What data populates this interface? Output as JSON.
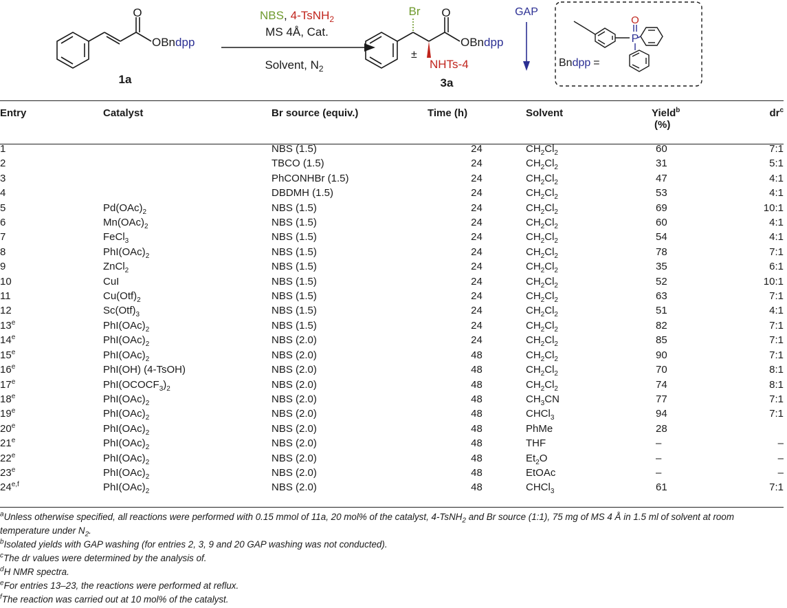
{
  "scheme": {
    "reactant_ester": "OBn",
    "reactant_dpp": "dpp",
    "reactant_label": "1a",
    "cond_nbs": "NBS",
    "cond_sep": ",",
    "cond_tsnh2": "4-TsNH",
    "cond_tsnh2_sub": "2",
    "cond_line2": "MS 4Å, Cat.",
    "cond_line3": "Solvent, N",
    "cond_line3_sub": "2",
    "product_br": "Br",
    "product_ester": "OBn",
    "product_dpp": "dpp",
    "product_pm": "±",
    "product_nhts": "NHTs-4",
    "product_label": "3a",
    "gap_label": "GAP",
    "bndpp_bn": "Bn",
    "bndpp_dpp": "dpp",
    "bndpp_eq": "=",
    "phosphorus": "P",
    "oxygen": "O",
    "carbonyl_o": "O",
    "colors": {
      "green": "#6f9a2e",
      "red": "#c0241c",
      "blue": "#2b2f93"
    }
  },
  "headers": {
    "entry": "Entry",
    "catalyst": "Catalyst",
    "br_source": "Br source (equiv.)",
    "time": "Time (h)",
    "solvent": "Solvent",
    "yield": "Yield",
    "yield_sup": "b",
    "yield_unit": "(%)",
    "dr": "dr",
    "dr_sup": "c"
  },
  "rows": [
    {
      "entry": "1",
      "entry_sup": "",
      "cat": "",
      "cat_sub": "",
      "cat_tail": "",
      "br": "NBS (1.5)",
      "time": "24",
      "sol": "CH",
      "sol_sub": "2",
      "sol_mid": "Cl",
      "sol_sub2": "2",
      "sol_tail": "",
      "yield": "60",
      "dr": "7:1"
    },
    {
      "entry": "2",
      "entry_sup": "",
      "cat": "",
      "cat_sub": "",
      "cat_tail": "",
      "br": "TBCO (1.5)",
      "time": "24",
      "sol": "CH",
      "sol_sub": "2",
      "sol_mid": "Cl",
      "sol_sub2": "2",
      "sol_tail": "",
      "yield": "31",
      "dr": "5:1"
    },
    {
      "entry": "3",
      "entry_sup": "",
      "cat": "",
      "cat_sub": "",
      "cat_tail": "",
      "br": "PhCONHBr (1.5)",
      "time": "24",
      "sol": "CH",
      "sol_sub": "2",
      "sol_mid": "Cl",
      "sol_sub2": "2",
      "sol_tail": "",
      "yield": "47",
      "dr": "4:1"
    },
    {
      "entry": "4",
      "entry_sup": "",
      "cat": "",
      "cat_sub": "",
      "cat_tail": "",
      "br": "DBDMH (1.5)",
      "time": "24",
      "sol": "CH",
      "sol_sub": "2",
      "sol_mid": "Cl",
      "sol_sub2": "2",
      "sol_tail": "",
      "yield": "53",
      "dr": "4:1"
    },
    {
      "entry": "5",
      "entry_sup": "",
      "cat": "Pd(OAc)",
      "cat_sub": "2",
      "cat_tail": "",
      "br": "NBS (1.5)",
      "time": "24",
      "sol": "CH",
      "sol_sub": "2",
      "sol_mid": "Cl",
      "sol_sub2": "2",
      "sol_tail": "",
      "yield": "69",
      "dr": "10:1"
    },
    {
      "entry": "6",
      "entry_sup": "",
      "cat": "Mn(OAc)",
      "cat_sub": "2",
      "cat_tail": "",
      "br": "NBS (1.5)",
      "time": "24",
      "sol": "CH",
      "sol_sub": "2",
      "sol_mid": "Cl",
      "sol_sub2": "2",
      "sol_tail": "",
      "yield": "60",
      "dr": "4:1"
    },
    {
      "entry": "7",
      "entry_sup": "",
      "cat": "FeCl",
      "cat_sub": "3",
      "cat_tail": "",
      "br": "NBS (1.5)",
      "time": "24",
      "sol": "CH",
      "sol_sub": "2",
      "sol_mid": "Cl",
      "sol_sub2": "2",
      "sol_tail": "",
      "yield": "54",
      "dr": "4:1"
    },
    {
      "entry": "8",
      "entry_sup": "",
      "cat": "PhI(OAc)",
      "cat_sub": "2",
      "cat_tail": "",
      "br": "NBS (1.5)",
      "time": "24",
      "sol": "CH",
      "sol_sub": "2",
      "sol_mid": "Cl",
      "sol_sub2": "2",
      "sol_tail": "",
      "yield": "78",
      "dr": "7:1"
    },
    {
      "entry": "9",
      "entry_sup": "",
      "cat": "ZnCl",
      "cat_sub": "2",
      "cat_tail": "",
      "br": "NBS (1.5)",
      "time": "24",
      "sol": "CH",
      "sol_sub": "2",
      "sol_mid": "Cl",
      "sol_sub2": "2",
      "sol_tail": "",
      "yield": "35",
      "dr": "6:1"
    },
    {
      "entry": "10",
      "entry_sup": "",
      "cat": "CuI",
      "cat_sub": "",
      "cat_tail": "",
      "br": "NBS (1.5)",
      "time": "24",
      "sol": "CH",
      "sol_sub": "2",
      "sol_mid": "Cl",
      "sol_sub2": "2",
      "sol_tail": "",
      "yield": "52",
      "dr": "10:1"
    },
    {
      "entry": "11",
      "entry_sup": "",
      "cat": "Cu(Otf)",
      "cat_sub": "2",
      "cat_tail": "",
      "br": "NBS (1.5)",
      "time": "24",
      "sol": "CH",
      "sol_sub": "2",
      "sol_mid": "Cl",
      "sol_sub2": "2",
      "sol_tail": "",
      "yield": "63",
      "dr": "7:1"
    },
    {
      "entry": "12",
      "entry_sup": "",
      "cat": "Sc(Otf)",
      "cat_sub": "3",
      "cat_tail": "",
      "br": "NBS (1.5)",
      "time": "24",
      "sol": "CH",
      "sol_sub": "2",
      "sol_mid": "Cl",
      "sol_sub2": "2",
      "sol_tail": "",
      "yield": "51",
      "dr": "4:1"
    },
    {
      "entry": "13",
      "entry_sup": "e",
      "cat": "PhI(OAc)",
      "cat_sub": "2",
      "cat_tail": "",
      "br": "NBS (1.5)",
      "time": "24",
      "sol": "CH",
      "sol_sub": "2",
      "sol_mid": "Cl",
      "sol_sub2": "2",
      "sol_tail": "",
      "yield": "82",
      "dr": "7:1"
    },
    {
      "entry": "14",
      "entry_sup": "e",
      "cat": "PhI(OAc)",
      "cat_sub": "2",
      "cat_tail": "",
      "br": "NBS (2.0)",
      "time": "24",
      "sol": "CH",
      "sol_sub": "2",
      "sol_mid": "Cl",
      "sol_sub2": "2",
      "sol_tail": "",
      "yield": "85",
      "dr": "7:1"
    },
    {
      "entry": "15",
      "entry_sup": "e",
      "cat": "PhI(OAc)",
      "cat_sub": "2",
      "cat_tail": "",
      "br": "NBS (2.0)",
      "time": "48",
      "sol": "CH",
      "sol_sub": "2",
      "sol_mid": "Cl",
      "sol_sub2": "2",
      "sol_tail": "",
      "yield": "90",
      "dr": "7:1"
    },
    {
      "entry": "16",
      "entry_sup": "e",
      "cat": "PhI(OH) (4-TsOH)",
      "cat_sub": "",
      "cat_tail": "",
      "br": "NBS (2.0)",
      "time": "48",
      "sol": "CH",
      "sol_sub": "2",
      "sol_mid": "Cl",
      "sol_sub2": "2",
      "sol_tail": "",
      "yield": "70",
      "dr": "8:1"
    },
    {
      "entry": "17",
      "entry_sup": "e",
      "cat": "PhI(OCOCF",
      "cat_sub": "3",
      "cat_tail": ")",
      "cat_sub2": "2",
      "br": "NBS (2.0)",
      "time": "48",
      "sol": "CH",
      "sol_sub": "2",
      "sol_mid": "Cl",
      "sol_sub2": "2",
      "sol_tail": "",
      "yield": "74",
      "dr": "8:1"
    },
    {
      "entry": "18",
      "entry_sup": "e",
      "cat": "PhI(OAc)",
      "cat_sub": "2",
      "cat_tail": "",
      "br": "NBS (2.0)",
      "time": "48",
      "sol": "CH",
      "sol_sub": "3",
      "sol_mid": "CN",
      "sol_sub2": "",
      "sol_tail": "",
      "yield": "77",
      "dr": "7:1"
    },
    {
      "entry": "19",
      "entry_sup": "e",
      "cat": "PhI(OAc)",
      "cat_sub": "2",
      "cat_tail": "",
      "br": "NBS (2.0)",
      "time": "48",
      "sol": "CHCl",
      "sol_sub": "3",
      "sol_mid": "",
      "sol_sub2": "",
      "sol_tail": "",
      "yield": "94",
      "dr": "7:1"
    },
    {
      "entry": "20",
      "entry_sup": "e",
      "cat": "PhI(OAc)",
      "cat_sub": "2",
      "cat_tail": "",
      "br": "NBS (2.0)",
      "time": "48",
      "sol": "PhMe",
      "sol_sub": "",
      "sol_mid": "",
      "sol_sub2": "",
      "sol_tail": "",
      "yield": "28",
      "dr": ""
    },
    {
      "entry": "21",
      "entry_sup": "e",
      "cat": "PhI(OAc)",
      "cat_sub": "2",
      "cat_tail": "",
      "br": "NBS (2.0)",
      "time": "48",
      "sol": "THF",
      "sol_sub": "",
      "sol_mid": "",
      "sol_sub2": "",
      "sol_tail": "",
      "yield": "–",
      "dr": "–"
    },
    {
      "entry": "22",
      "entry_sup": "e",
      "cat": "PhI(OAc)",
      "cat_sub": "2",
      "cat_tail": "",
      "br": "NBS (2.0)",
      "time": "48",
      "sol": "Et",
      "sol_sub": "2",
      "sol_mid": "O",
      "sol_sub2": "",
      "sol_tail": "",
      "yield": "–",
      "dr": "–"
    },
    {
      "entry": "23",
      "entry_sup": "e",
      "cat": "PhI(OAc)",
      "cat_sub": "2",
      "cat_tail": "",
      "br": "NBS (2.0)",
      "time": "48",
      "sol": "EtOAc",
      "sol_sub": "",
      "sol_mid": "",
      "sol_sub2": "",
      "sol_tail": "",
      "yield": "–",
      "dr": "–"
    },
    {
      "entry": "24",
      "entry_sup": "e,f",
      "cat": "PhI(OAc)",
      "cat_sub": "2",
      "cat_tail": "",
      "br": "NBS (2.0)",
      "time": "48",
      "sol": "CHCl",
      "sol_sub": "3",
      "sol_mid": "",
      "sol_sub2": "",
      "sol_tail": "",
      "yield": "61",
      "dr": "7:1"
    }
  ],
  "notes": [
    {
      "sup": "a",
      "text": "Unless otherwise specified, all reactions were performed with 0.15 mmol of 11a, 20 mol% of the catalyst, 4-TsNH",
      "sub": "2",
      "text2": " and Br source (1:1), 75 mg of MS 4 Å in 1.5 ml of solvent at room temperature under N",
      "sub2": "2",
      "text3": "."
    },
    {
      "sup": "b",
      "text": "Isolated yields with GAP washing (for entries 2, 3, 9 and 20 GAP washing was not conducted).",
      "sub": "",
      "text2": "",
      "sub2": "",
      "text3": ""
    },
    {
      "sup": "c",
      "text": "The dr values were determined by the analysis of.",
      "sub": "",
      "text2": "",
      "sub2": "",
      "text3": ""
    },
    {
      "sup": "d",
      "text": "H NMR spectra.",
      "sub": "",
      "text2": "",
      "sub2": "",
      "text3": ""
    },
    {
      "sup": "e",
      "text": "For entries 13–23, the reactions were performed at reflux.",
      "sub": "",
      "text2": "",
      "sub2": "",
      "text3": ""
    },
    {
      "sup": "f",
      "text": "The reaction was carried out at 10 mol% of the catalyst.",
      "sub": "",
      "text2": "",
      "sub2": "",
      "text3": ""
    }
  ]
}
